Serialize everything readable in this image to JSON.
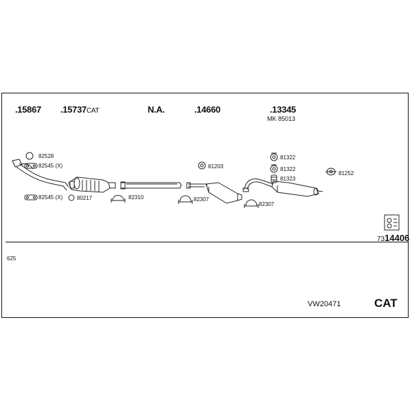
{
  "headers": [
    {
      "id": "h1",
      "text": ".15867"
    },
    {
      "id": "h2",
      "text": ".15737",
      "suffix": "CAT"
    },
    {
      "id": "h3",
      "text": "N.A."
    },
    {
      "id": "h4",
      "text": ".14660"
    },
    {
      "id": "h5",
      "text": ".13345",
      "sub": "MK 85013"
    }
  ],
  "parts": {
    "p82528": "82528",
    "p82545a": "82545 (X)",
    "p82545b": "82545 (X)",
    "p80217": "80217",
    "p82310": "82310",
    "p81203": "81203",
    "p82307a": "82307",
    "p82307b": "82307",
    "p81322a": "81322",
    "p81322b": "81322",
    "p81323": "81323",
    "p81252": "81252"
  },
  "mount_kit": {
    "prefix": "73",
    "number": "14406"
  },
  "footer": {
    "left_code": "625",
    "model_code": "VW20471",
    "badge": "CAT"
  }
}
